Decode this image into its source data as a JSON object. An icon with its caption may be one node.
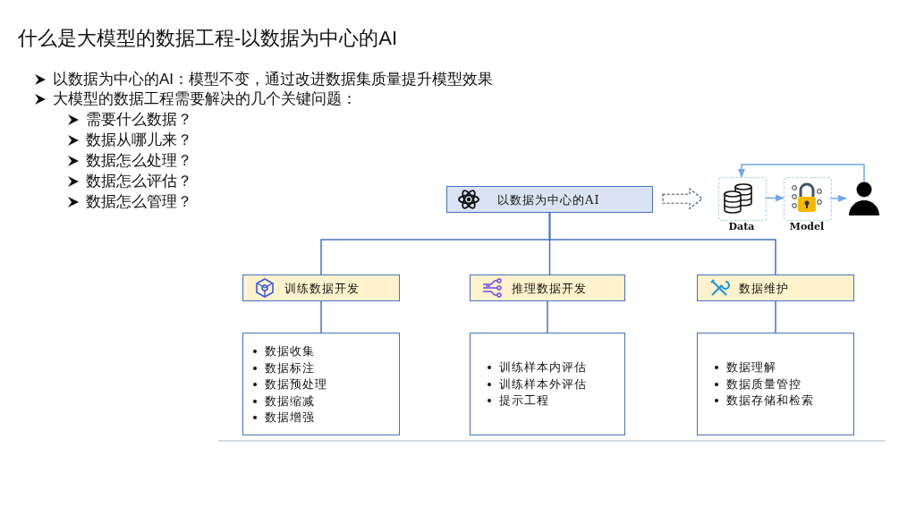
{
  "diagram": {
    "title": "什么是大模型的数据工程-以数据为中心的AI",
    "nodes": [
      {
        "text": [
          "以数据为中心的AI"
        ]
      },
      {
        "text": [
          "训练数据开发"
        ]
      },
      {
        "text": [
          "推理数据开发"
        ]
      },
      {
        "text": [
          "数据维护"
        ]
      },
      {
        "text": [
          "数据收集",
          "数据标注",
          "数据预处理",
          "数据缩减",
          "数据增强"
        ]
      },
      {
        "text": [
          "训练样本内评估",
          "训练样本外评估",
          "提示工程"
        ]
      },
      {
        "text": [
          "数据理解",
          "数据质量管控",
          "数据存储和检索"
        ]
      },
      {
        "text": [
          "Data"
        ]
      },
      {
        "text": [
          "Model"
        ]
      },
      {
        "text": [],
        "shape": "person"
      }
    ],
    "edges": [
      {
        "from": 0,
        "to": 1,
        "arrow": "none"
      },
      {
        "from": 0,
        "to": 2,
        "arrow": "none"
      },
      {
        "from": 0,
        "to": 3,
        "arrow": "none"
      },
      {
        "from": 1,
        "to": 4,
        "arrow": "none"
      },
      {
        "from": 2,
        "to": 5,
        "arrow": "none"
      },
      {
        "from": 3,
        "to": 6,
        "arrow": "none"
      },
      {
        "from": 0,
        "to": 7,
        "arrow": "to",
        "style": "dashed"
      },
      {
        "from": 7,
        "to": 8,
        "arrow": "to",
        "color": "#6fa8f0"
      },
      {
        "from": 8,
        "to": 9,
        "arrow": "to",
        "color": "#6fa8f0"
      },
      {
        "from": 9,
        "to": 7,
        "arrow": "to",
        "color": "#6fa8f0"
      }
    ],
    "labels": [
      "以数据为中心的AI：模型不变，通过改进数据集质量提升模型效果",
      "大模型的数据工程需要解决的几个关键问题：",
      "需要什么数据？",
      "数据从哪儿来？",
      "数据怎么处理？",
      "数据怎么评估？",
      "数据怎么管理？"
    ]
  }
}
